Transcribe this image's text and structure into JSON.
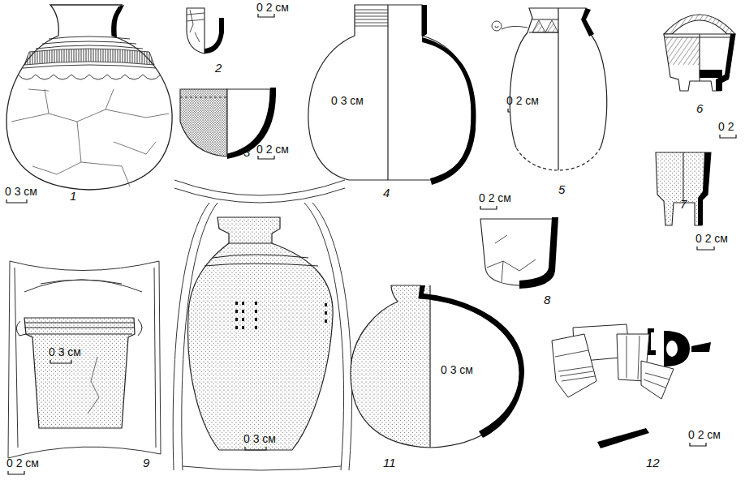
{
  "diagram": {
    "labels": [
      "0 2 см",
      "2",
      "0 2 см",
      "3",
      "0 3 см",
      "4",
      "0 2 см",
      "5",
      "6",
      "0 2",
      "7",
      "0 2 см",
      "0 3 см",
      "1",
      "0 2 см",
      "8",
      "0 3 см",
      "0 2 см",
      "9",
      "0 3 см",
      "0 3 см",
      "11",
      "0 2 см",
      "12"
    ]
  }
}
